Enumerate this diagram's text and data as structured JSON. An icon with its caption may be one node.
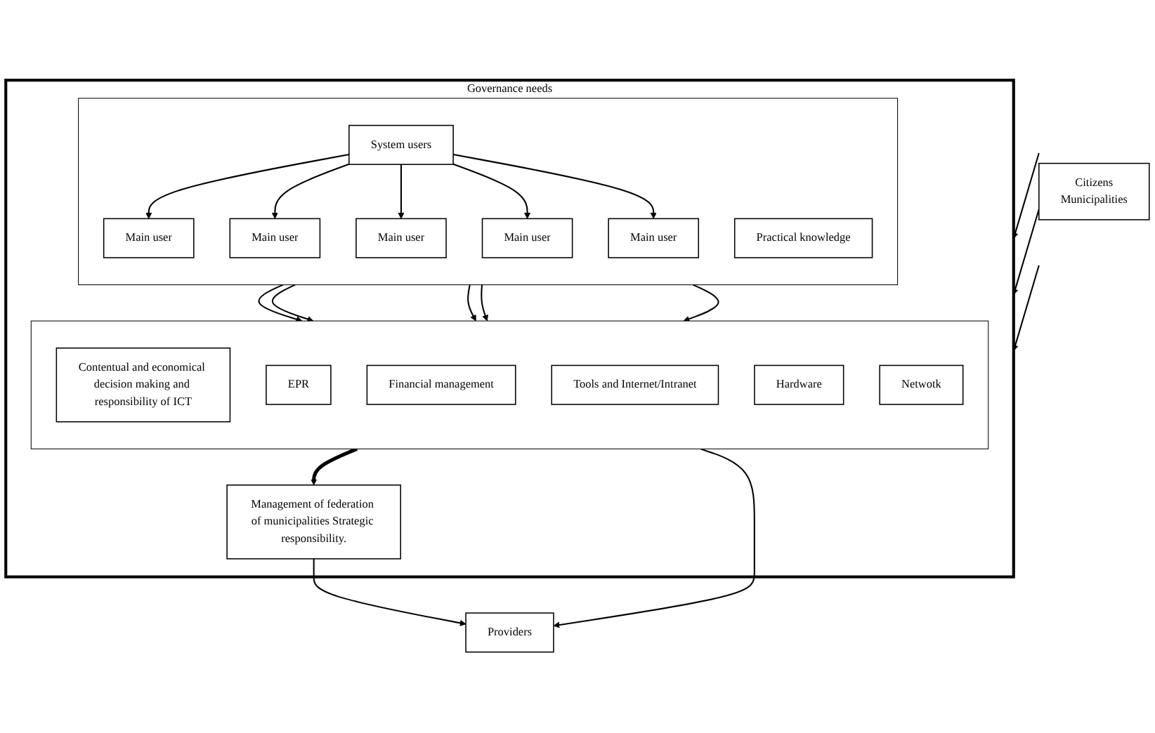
{
  "diagram": {
    "nodes": [
      {
        "text": [
          "Governance needs"
        ]
      },
      {
        "text": [],
        "shape": "box",
        "in": 0
      },
      {
        "text": [
          "System users"
        ],
        "in": 1
      },
      {
        "text": [
          "Main user"
        ],
        "in": 1
      },
      {
        "text": [
          "Main user"
        ],
        "in": 1
      },
      {
        "text": [
          "Main user"
        ],
        "in": 1
      },
      {
        "text": [
          "Main user"
        ],
        "in": 1
      },
      {
        "text": [
          "Main user"
        ],
        "in": 1
      },
      {
        "text": [
          "Practical knowledge"
        ],
        "in": 1
      },
      {
        "text": [],
        "shape": "box",
        "in": 0
      },
      {
        "text": [
          "Contentual and economical decision making and responsibility of ICT"
        ],
        "in": 9
      },
      {
        "text": [
          "EPR"
        ],
        "in": 9
      },
      {
        "text": [
          "Financial management"
        ],
        "in": 9
      },
      {
        "text": [
          "Tools and Internet/Intranet"
        ],
        "in": 9
      },
      {
        "text": [
          "Hardware"
        ],
        "in": 9
      },
      {
        "text": [
          "Netwotk"
        ],
        "in": 9
      },
      {
        "text": [
          "Management of federation of municipalities Strategic responsibility."
        ],
        "in": 0
      },
      {
        "text": [
          "Citizens",
          "Municipalities"
        ]
      },
      {
        "text": [
          "Providers"
        ]
      }
    ],
    "edges": [
      {
        "from": 2,
        "to": 3,
        "arrow": "to"
      },
      {
        "from": 2,
        "to": 4,
        "arrow": "to"
      },
      {
        "from": 2,
        "to": 5,
        "arrow": "to"
      },
      {
        "from": 2,
        "to": 6,
        "arrow": "to"
      },
      {
        "from": 2,
        "to": 7,
        "arrow": "to"
      },
      {
        "from": 1,
        "to": 9,
        "arrow": "to"
      },
      {
        "from": 1,
        "to": 9,
        "arrow": "to"
      },
      {
        "from": 1,
        "to": 9,
        "arrow": "to"
      },
      {
        "from": 1,
        "to": 9,
        "arrow": "to"
      },
      {
        "from": 1,
        "to": 9,
        "arrow": "to"
      },
      {
        "from": 9,
        "to": 16,
        "arrow": "to",
        "style": "thick"
      },
      {
        "from": 17,
        "to": 0,
        "arrow": "to"
      },
      {
        "from": 17,
        "to": 0,
        "arrow": "to"
      },
      {
        "from": 17,
        "to": 0,
        "arrow": "to"
      },
      {
        "from": 9,
        "to": 18,
        "arrow": "to"
      },
      {
        "from": 16,
        "to": 18,
        "arrow": "to"
      }
    ]
  }
}
